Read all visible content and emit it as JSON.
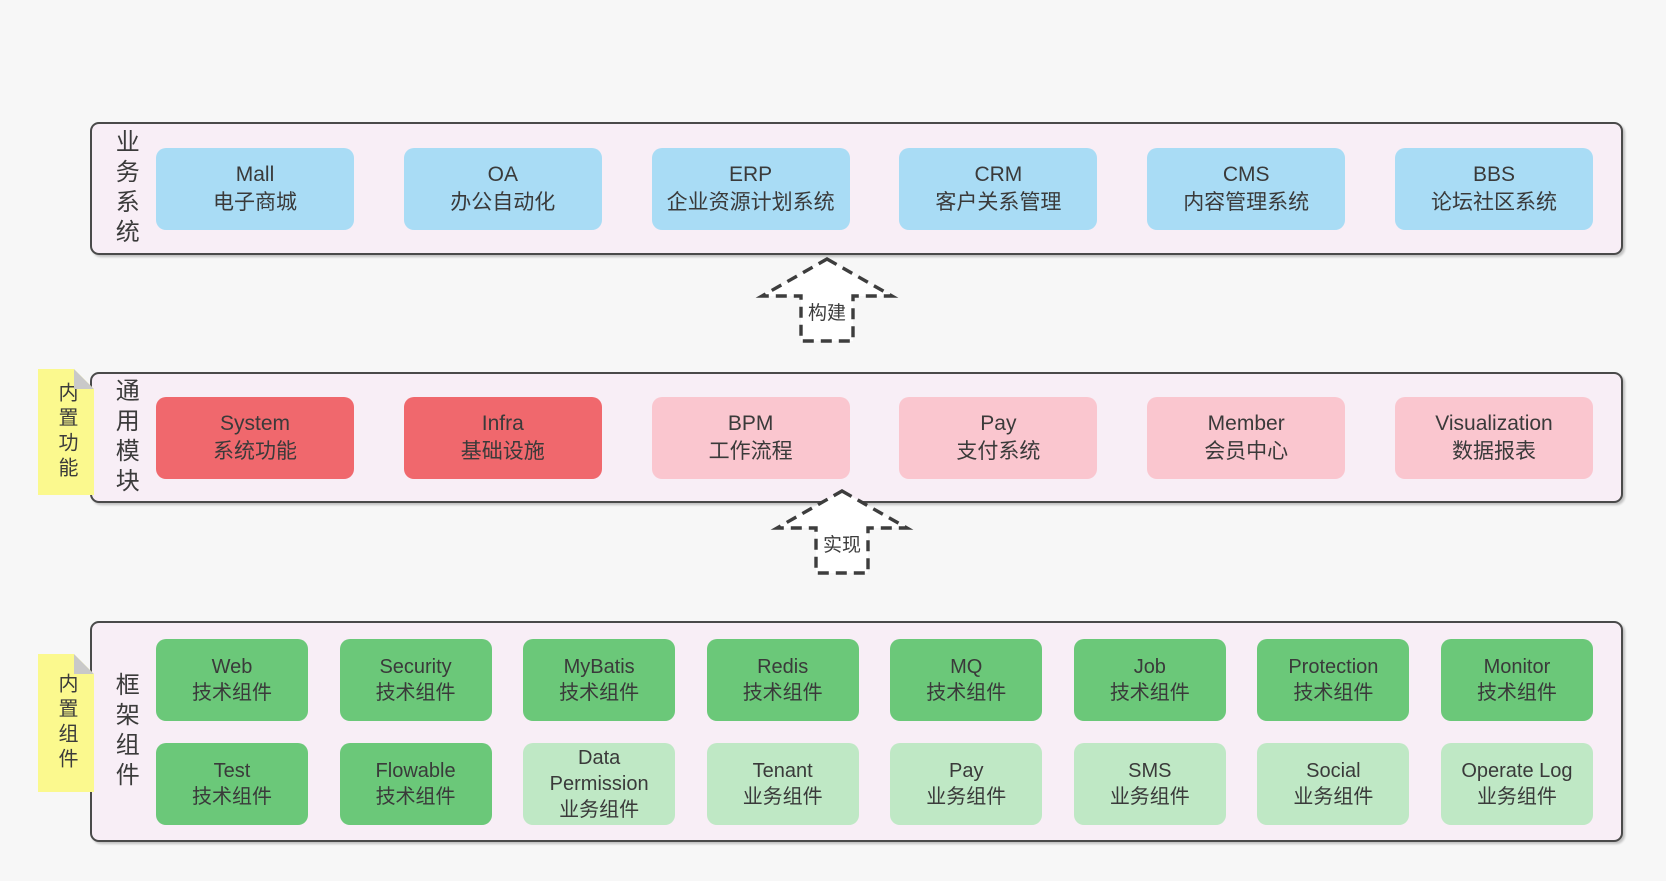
{
  "colors": {
    "page_bg": "#f7f7f7",
    "panel_bg": "#f8eef6",
    "panel_border": "#4a4a4a",
    "sticky_bg": "#fbf98e",
    "sticky_fold": "#c9c9c9",
    "text": "#3d3d3d",
    "blue": "#a9dcf5",
    "red": "#f0686d",
    "pink": "#fac6cf",
    "green": "#6bc879",
    "lightgreen": "#bfe8c5",
    "arrow_stroke": "#3d3d3d",
    "arrow_fill": "#ffffff"
  },
  "arrows": [
    {
      "label": "构建"
    },
    {
      "label": "实现"
    }
  ],
  "layers": [
    {
      "side_label": "业务系统",
      "sticky_label": null,
      "rows": [
        [
          {
            "en": "Mall",
            "zh": "电子商城",
            "variant": "blue"
          },
          {
            "en": "OA",
            "zh": "办公自动化",
            "variant": "blue"
          },
          {
            "en": "ERP",
            "zh": "企业资源计划系统",
            "variant": "blue"
          },
          {
            "en": "CRM",
            "zh": "客户关系管理",
            "variant": "blue"
          },
          {
            "en": "CMS",
            "zh": "内容管理系统",
            "variant": "blue"
          },
          {
            "en": "BBS",
            "zh": "论坛社区系统",
            "variant": "blue"
          }
        ]
      ]
    },
    {
      "side_label": "通用模块",
      "sticky_label": "内置功能",
      "rows": [
        [
          {
            "en": "System",
            "zh": "系统功能",
            "variant": "red"
          },
          {
            "en": "Infra",
            "zh": "基础设施",
            "variant": "red"
          },
          {
            "en": "BPM",
            "zh": "工作流程",
            "variant": "pink"
          },
          {
            "en": "Pay",
            "zh": "支付系统",
            "variant": "pink"
          },
          {
            "en": "Member",
            "zh": "会员中心",
            "variant": "pink"
          },
          {
            "en": "Visualization",
            "zh": "数据报表",
            "variant": "pink"
          }
        ]
      ]
    },
    {
      "side_label": "框架组件",
      "sticky_label": "内置组件",
      "rows": [
        [
          {
            "en": "Web",
            "zh": "技术组件",
            "variant": "green"
          },
          {
            "en": "Security",
            "zh": "技术组件",
            "variant": "green"
          },
          {
            "en": "MyBatis",
            "zh": "技术组件",
            "variant": "green"
          },
          {
            "en": "Redis",
            "zh": "技术组件",
            "variant": "green"
          },
          {
            "en": "MQ",
            "zh": "技术组件",
            "variant": "green"
          },
          {
            "en": "Job",
            "zh": "技术组件",
            "variant": "green"
          },
          {
            "en": "Protection",
            "zh": "技术组件",
            "variant": "green"
          },
          {
            "en": "Monitor",
            "zh": "技术组件",
            "variant": "green"
          }
        ],
        [
          {
            "en": "Test",
            "zh": "技术组件",
            "variant": "green"
          },
          {
            "en": "Flowable",
            "zh": "技术组件",
            "variant": "green"
          },
          {
            "en": "Data Permission",
            "zh": "业务组件",
            "variant": "lightgreen"
          },
          {
            "en": "Tenant",
            "zh": "业务组件",
            "variant": "lightgreen"
          },
          {
            "en": "Pay",
            "zh": "业务组件",
            "variant": "lightgreen"
          },
          {
            "en": "SMS",
            "zh": "业务组件",
            "variant": "lightgreen"
          },
          {
            "en": "Social",
            "zh": "业务组件",
            "variant": "lightgreen"
          },
          {
            "en": "Operate Log",
            "zh": "业务组件",
            "variant": "lightgreen"
          }
        ]
      ]
    }
  ]
}
